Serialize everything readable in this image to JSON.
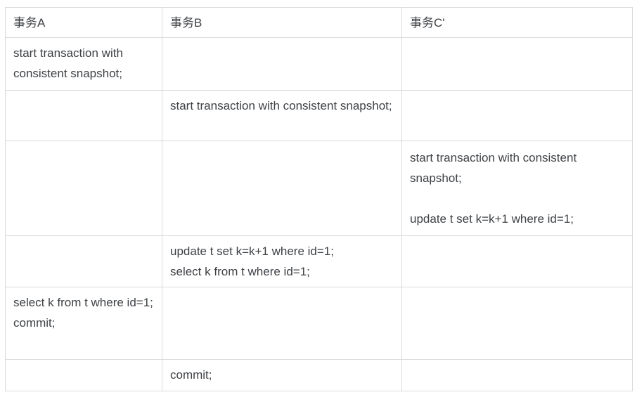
{
  "table": {
    "columns": [
      {
        "label": "事务A"
      },
      {
        "label": "事务B"
      },
      {
        "label": "事务C'"
      }
    ],
    "rows": [
      {
        "cells": [
          "start transaction with consistent snapshot;",
          "",
          ""
        ]
      },
      {
        "cells": [
          "",
          "start transaction with consistent snapshot;",
          ""
        ]
      },
      {
        "cells": [
          "",
          "",
          "start transaction with consistent snapshot;\n\nupdate t set k=k+1 where id=1;"
        ]
      },
      {
        "cells": [
          "",
          "update t set k=k+1 where id=1;\nselect k from t where id=1;",
          ""
        ]
      },
      {
        "cells": [
          "select k from t where id=1;\ncommit;",
          "",
          ""
        ]
      },
      {
        "cells": [
          "",
          "commit;",
          ""
        ]
      }
    ],
    "colors": {
      "background": "#ffffff",
      "border": "#d9d9d9",
      "text": "#3e4145"
    }
  }
}
